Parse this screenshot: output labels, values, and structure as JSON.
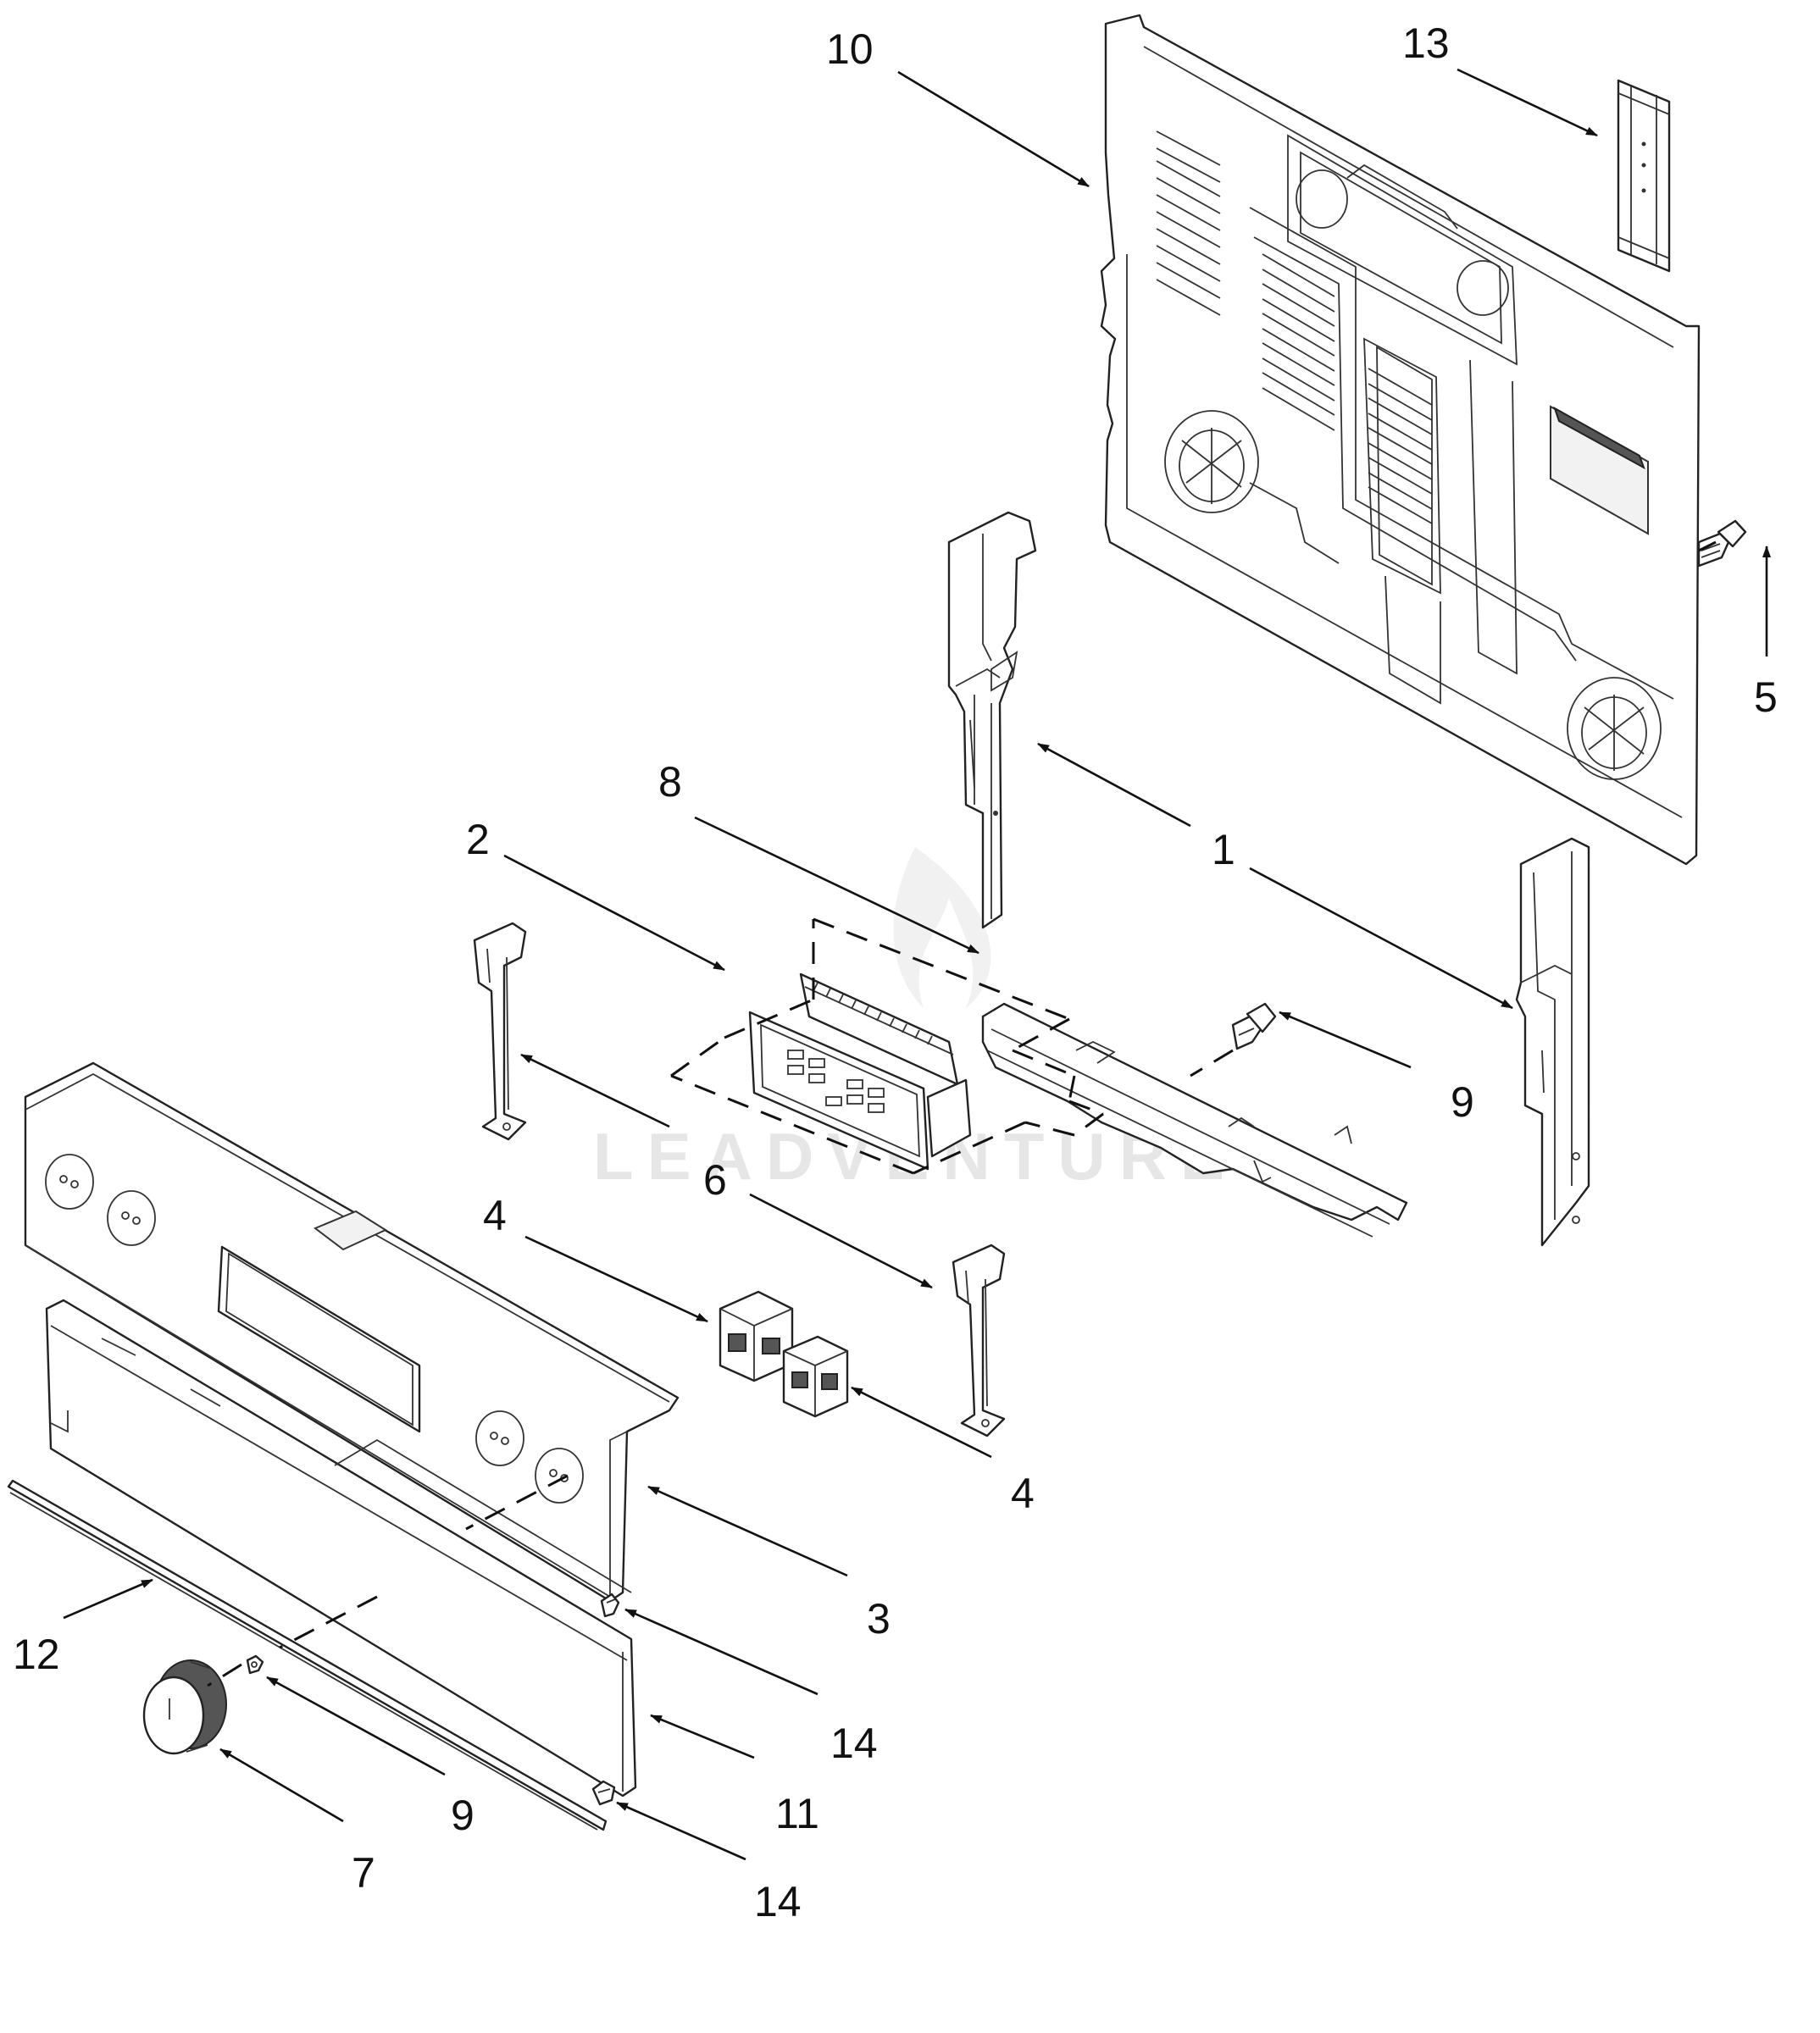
{
  "watermark": "LEADVENTURE",
  "callouts": [
    {
      "id": "c10",
      "text": "10"
    },
    {
      "id": "c13",
      "text": "13"
    },
    {
      "id": "c5",
      "text": "5"
    },
    {
      "id": "c8",
      "text": "8"
    },
    {
      "id": "c2",
      "text": "2"
    },
    {
      "id": "c1",
      "text": "1"
    },
    {
      "id": "c9a",
      "text": "9"
    },
    {
      "id": "c6",
      "text": "6"
    },
    {
      "id": "c4a",
      "text": "4"
    },
    {
      "id": "c4b",
      "text": "4"
    },
    {
      "id": "c3",
      "text": "3"
    },
    {
      "id": "c12",
      "text": "12"
    },
    {
      "id": "c14a",
      "text": "14"
    },
    {
      "id": "c9b",
      "text": "9"
    },
    {
      "id": "c11",
      "text": "11"
    },
    {
      "id": "c7",
      "text": "7"
    },
    {
      "id": "c14b",
      "text": "14"
    }
  ]
}
